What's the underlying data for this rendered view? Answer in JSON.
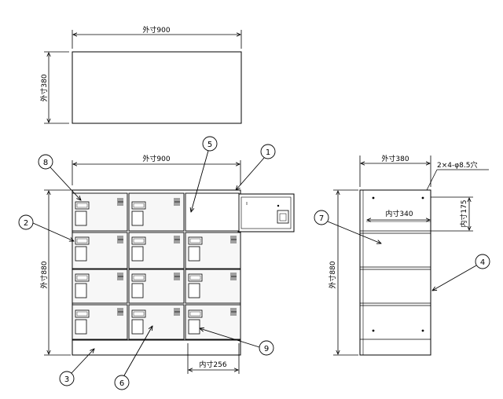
{
  "dimensions": {
    "top_width": "外寸900",
    "top_depth": "外寸380",
    "front_width": "外寸900",
    "front_height": "外寸880",
    "front_inner_width": "内寸256",
    "side_depth": "外寸380",
    "side_inner_depth": "内寸340",
    "side_inner_height": "内寸175",
    "side_height": "外寸880",
    "holes_note": "2×4-φ8.5穴"
  },
  "callouts": [
    "1",
    "2",
    "3",
    "4",
    "5",
    "6",
    "7",
    "8",
    "9"
  ],
  "colors": {
    "line": "#000000",
    "panel_fill": "#f7f7f7",
    "background": "#ffffff"
  }
}
